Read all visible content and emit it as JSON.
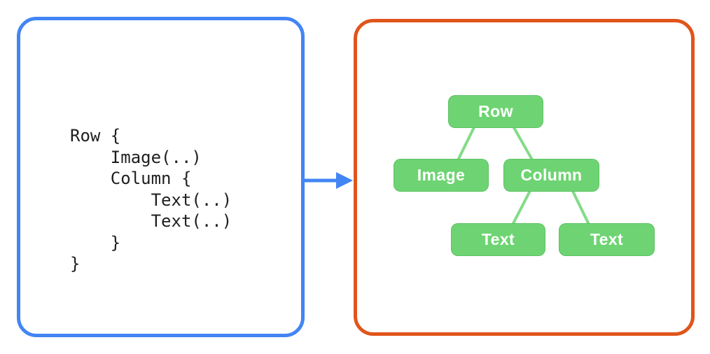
{
  "canvas": {
    "background": "#ffffff"
  },
  "code_panel": {
    "border_color": "#4285F4",
    "lines": [
      "Row {",
      "    Image(..)",
      "    Column {",
      "        Text(..)",
      "        Text(..)",
      "    }",
      "}"
    ]
  },
  "arrow": {
    "direction": "right",
    "color": "#4285F4"
  },
  "tree_panel": {
    "border_color": "#E0551B",
    "node_fill": "#6ED473",
    "node_text_color": "#ffffff",
    "edge_color": "#82DC86",
    "nodes": [
      {
        "id": "row",
        "label": "Row",
        "parent": null
      },
      {
        "id": "image",
        "label": "Image",
        "parent": "row"
      },
      {
        "id": "column",
        "label": "Column",
        "parent": "row"
      },
      {
        "id": "text-1",
        "label": "Text",
        "parent": "column"
      },
      {
        "id": "text-2",
        "label": "Text",
        "parent": "column"
      }
    ],
    "edges": [
      {
        "from": "row",
        "to": "image"
      },
      {
        "from": "row",
        "to": "column"
      },
      {
        "from": "column",
        "to": "text-1"
      },
      {
        "from": "column",
        "to": "text-2"
      }
    ]
  }
}
